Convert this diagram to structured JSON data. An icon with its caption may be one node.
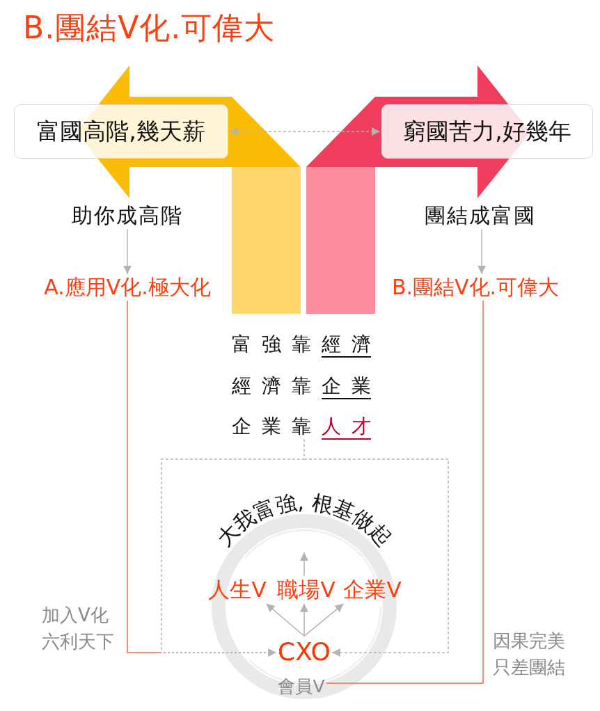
{
  "diagram": {
    "title": "B.團結V化.可偉大",
    "nodes": [
      {
        "text": [
          "富國高階,幾天薪"
        ]
      },
      {
        "text": [
          "窮國苦力,好幾年"
        ]
      },
      {
        "text": [
          "助你成高階"
        ]
      },
      {
        "text": [
          "A.應用V化.極大化"
        ]
      },
      {
        "text": [
          "團結成富國"
        ]
      },
      {
        "text": [
          "B.團結V化.可偉大"
        ]
      },
      {
        "text": [
          "富強靠",
          "經濟"
        ]
      },
      {
        "text": [
          "經濟靠",
          "企業"
        ]
      },
      {
        "text": [
          "企業靠",
          "人才"
        ]
      },
      {
        "text": [
          "大我富強, 根基做起"
        ]
      },
      {
        "text": [
          "人生V"
        ]
      },
      {
        "text": [
          "職場V"
        ]
      },
      {
        "text": [
          "企業V"
        ]
      },
      {
        "text": [
          "CXO"
        ]
      },
      {
        "text": [
          "會員V"
        ]
      }
    ],
    "edges": [
      {
        "from": 0,
        "to": 1,
        "arrow": "both",
        "style": "dashed"
      },
      {
        "from": 2,
        "to": 3,
        "arrow": "to"
      },
      {
        "from": 4,
        "to": 5,
        "arrow": "to"
      },
      {
        "from": 3,
        "to": 13,
        "arrow": "to",
        "label": "加入V化六利天下",
        "color": "#ff8a70"
      },
      {
        "from": 5,
        "to": 14,
        "arrow": "none",
        "label": "因果完美只差團結",
        "color": "#ff8a70"
      },
      {
        "from": 8,
        "to": 13,
        "arrow": "to",
        "style": "dashed"
      },
      {
        "from": 13,
        "to": 10,
        "arrow": "to"
      },
      {
        "from": 13,
        "to": 11,
        "arrow": "to"
      },
      {
        "from": 13,
        "to": 12,
        "arrow": "to"
      },
      {
        "from": 11,
        "to": 9,
        "arrow": "to"
      }
    ]
  }
}
